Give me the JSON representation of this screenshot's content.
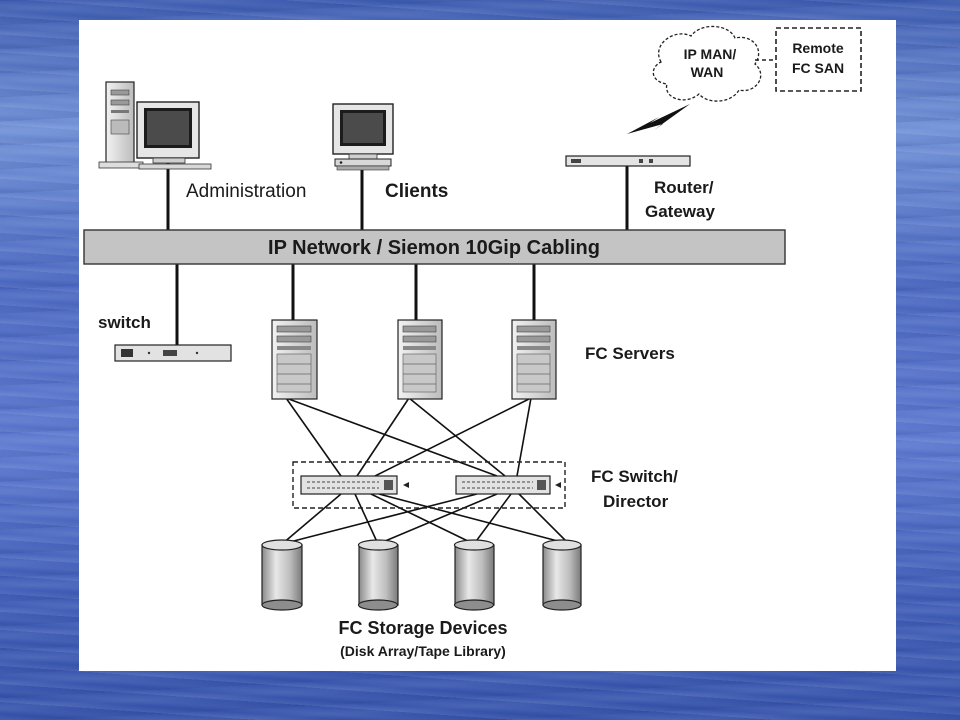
{
  "labels": {
    "administration": "Administration",
    "clients": "Clients",
    "router": [
      "Router/",
      "Gateway"
    ],
    "ip_network": "IP Network / Siemon 10Gip Cabling",
    "switch": "switch",
    "fc_servers": "FC  Servers",
    "fc_switch": [
      "FC Switch/",
      "Director"
    ],
    "storage_title": "FC Storage Devices",
    "storage_subtitle": "(Disk Array/Tape Library)",
    "cloud": [
      "IP MAN/",
      "WAN"
    ],
    "remote": [
      "Remote",
      "FC  SAN"
    ]
  },
  "colors": {
    "background": "#4a67c0",
    "panel": "#ffffff",
    "network_bar": "#c4c4c4",
    "device_fill": "#d4d4d4",
    "line": "#111111"
  }
}
